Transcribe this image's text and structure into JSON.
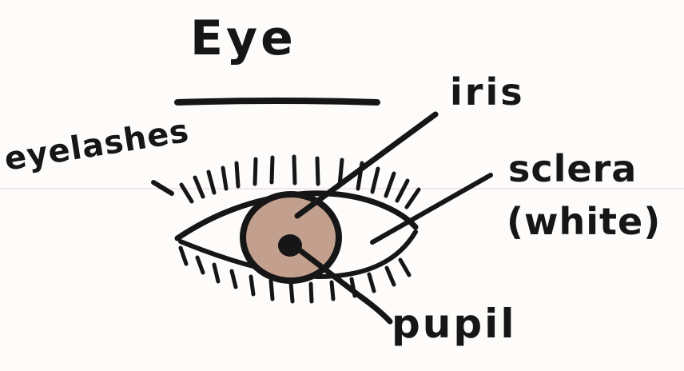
{
  "title": "Eye",
  "labels": {
    "iris": "iris",
    "eyelashes": "eyelashes",
    "sclera_line1": "sclera",
    "sclera_line2": "(white)",
    "pupil": "pupil"
  },
  "colors": {
    "ink": "#161616",
    "iris_fill": "#c3a08e",
    "paper": "#fdfcfa",
    "guide_line": "#e8d7ea"
  }
}
